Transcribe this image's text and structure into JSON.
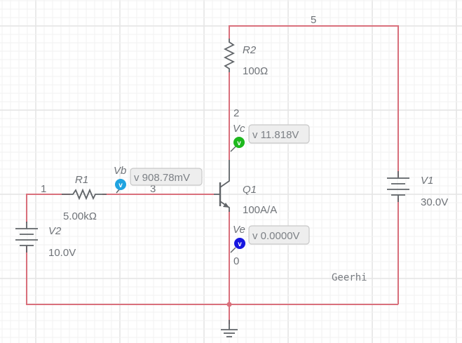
{
  "colors": {
    "wire": "#d9707c",
    "component": "#606468",
    "grid_minor": "#f2f2f2",
    "grid_major": "#e4e4e4",
    "probe_vb": "#1fa3e0",
    "probe_vc": "#1db81d",
    "probe_ve": "#1717e0"
  },
  "nodes": {
    "n1": "1",
    "n2": "2",
    "n3": "3",
    "n5": "5",
    "n0": "0"
  },
  "components": {
    "r1": {
      "name": "R1",
      "value": "5.00kΩ"
    },
    "r2": {
      "name": "R2",
      "value": "100Ω"
    },
    "q1": {
      "name": "Q1",
      "value": "100A/A"
    },
    "v1": {
      "name": "V1",
      "value": "30.0V"
    },
    "v2": {
      "name": "V2",
      "value": "10.0V"
    }
  },
  "probes": {
    "vb": {
      "name": "Vb",
      "icon": "v",
      "reading": "v 908.78mV"
    },
    "vc": {
      "name": "Vc",
      "icon": "v",
      "reading": "v 11.818V"
    },
    "ve": {
      "name": "Ve",
      "icon": "v",
      "reading": "v 0.0000V"
    }
  },
  "author_label": "Geerhi"
}
